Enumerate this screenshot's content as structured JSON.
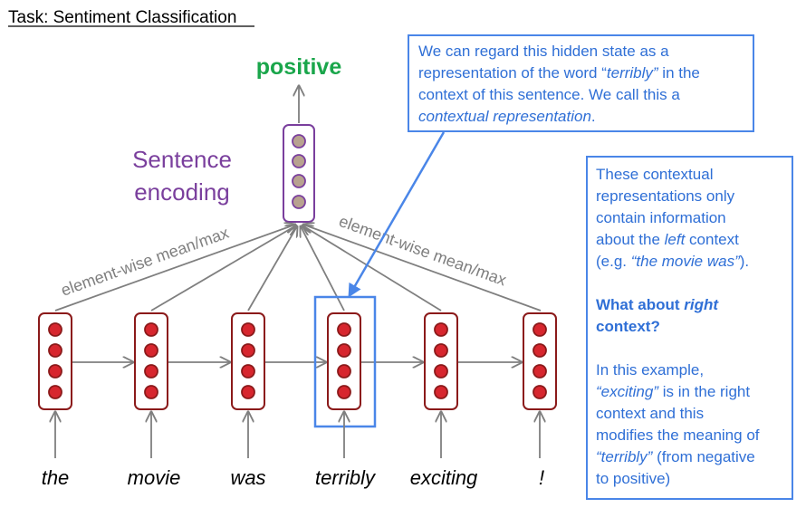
{
  "task_title": "Task: Sentiment Classification",
  "output_label": "positive",
  "sentence_encoding": [
    "Sentence",
    "encoding"
  ],
  "pool_label_left": "element-wise mean/max",
  "pool_label_right": "element-wise mean/max",
  "words": [
    "the",
    "movie",
    "was",
    "terribly",
    "exciting",
    "!"
  ],
  "highlighted_word_index": 3,
  "callout_top": {
    "line1": "We can regard this hidden state as a",
    "line2_a": "representation of the word “",
    "line2_b": "terribly”",
    "line2_c": " in the",
    "line3": "context of this sentence. We call this a",
    "line4": "contextual representation",
    "line4_end": "."
  },
  "callout_right": {
    "p1_l1": "These contextual",
    "p1_l2": "representations only",
    "p1_l3": "contain information",
    "p1_l4_a": "about the ",
    "p1_l4_b": "left",
    "p1_l4_c": " context",
    "p1_l5_a": "(e.g. ",
    "p1_l5_b": "“the movie was”",
    "p1_l5_c": ").",
    "q_a": "What about ",
    "q_b": "right",
    "q_c": "context?",
    "p3_l1": "In this example,",
    "p3_l2_a": "“exciting”",
    "p3_l2_b": " is in the right",
    "p3_l3": "context and this",
    "p3_l4": "modifies the meaning of",
    "p3_l5_a": "“terribly”",
    "p3_l5_b": " (from negative",
    "p3_l6": "to positive)"
  },
  "colors": {
    "output": "#1aa64b",
    "encoding": "#7a3f9d",
    "hidden_border": "#8b1a1a",
    "hidden_dot": "#d7262e",
    "encoding_dot": "#b8a290",
    "arrow": "#7f7f7f",
    "highlight": "#4a86e8"
  }
}
